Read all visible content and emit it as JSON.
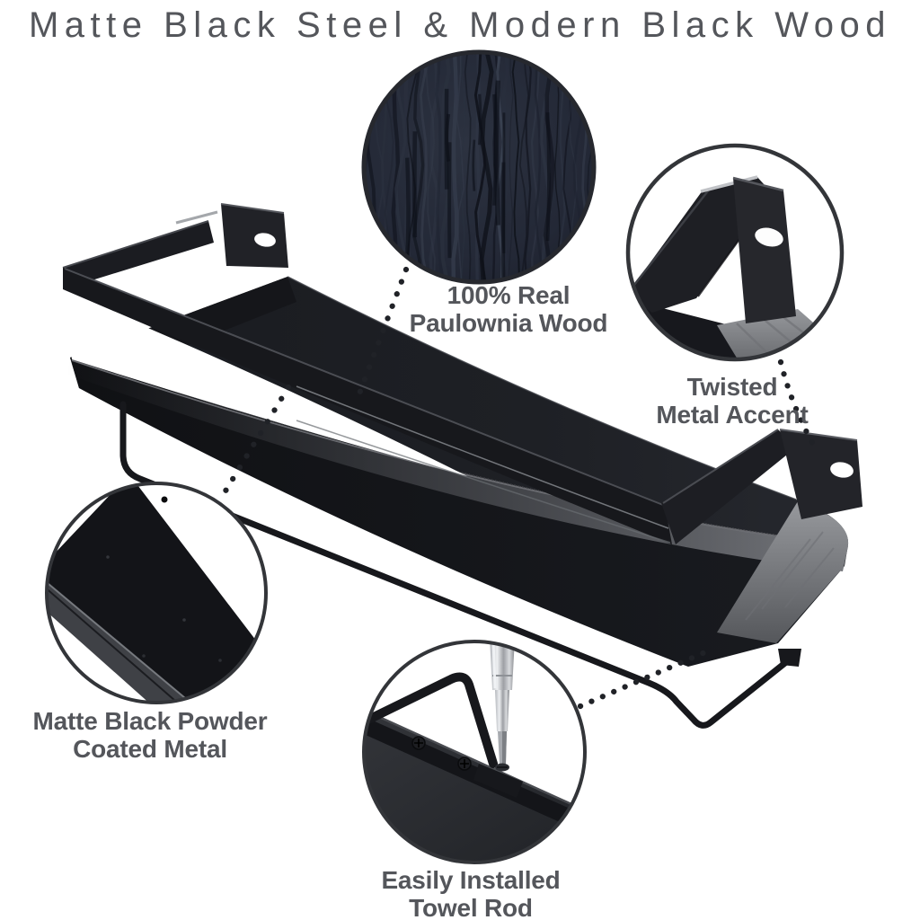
{
  "title": {
    "text": "Matte Black Steel & Modern Black Wood"
  },
  "callouts": {
    "wood": {
      "line1": "100% Real",
      "line2": "Paulownia Wood"
    },
    "twisted_metal": {
      "line1": "Twisted",
      "line2": "Metal Accent"
    },
    "powder_metal": {
      "line1": "Matte Black Powder",
      "line2": "Coated Metal"
    },
    "towel_rod": {
      "line1": "Easily Installed",
      "line2": "Towel Rod"
    }
  },
  "colors": {
    "background": "#ffffff",
    "heading_text": "#54565b",
    "label_text": "#54565b",
    "callout_ring": "#333539",
    "connector_dot": "#202227",
    "product_black": "#17181c",
    "wood_circle_fill": "#242a37",
    "wood_edge_gray": "#8e9094",
    "steel_highlight": "#e8eaec"
  }
}
